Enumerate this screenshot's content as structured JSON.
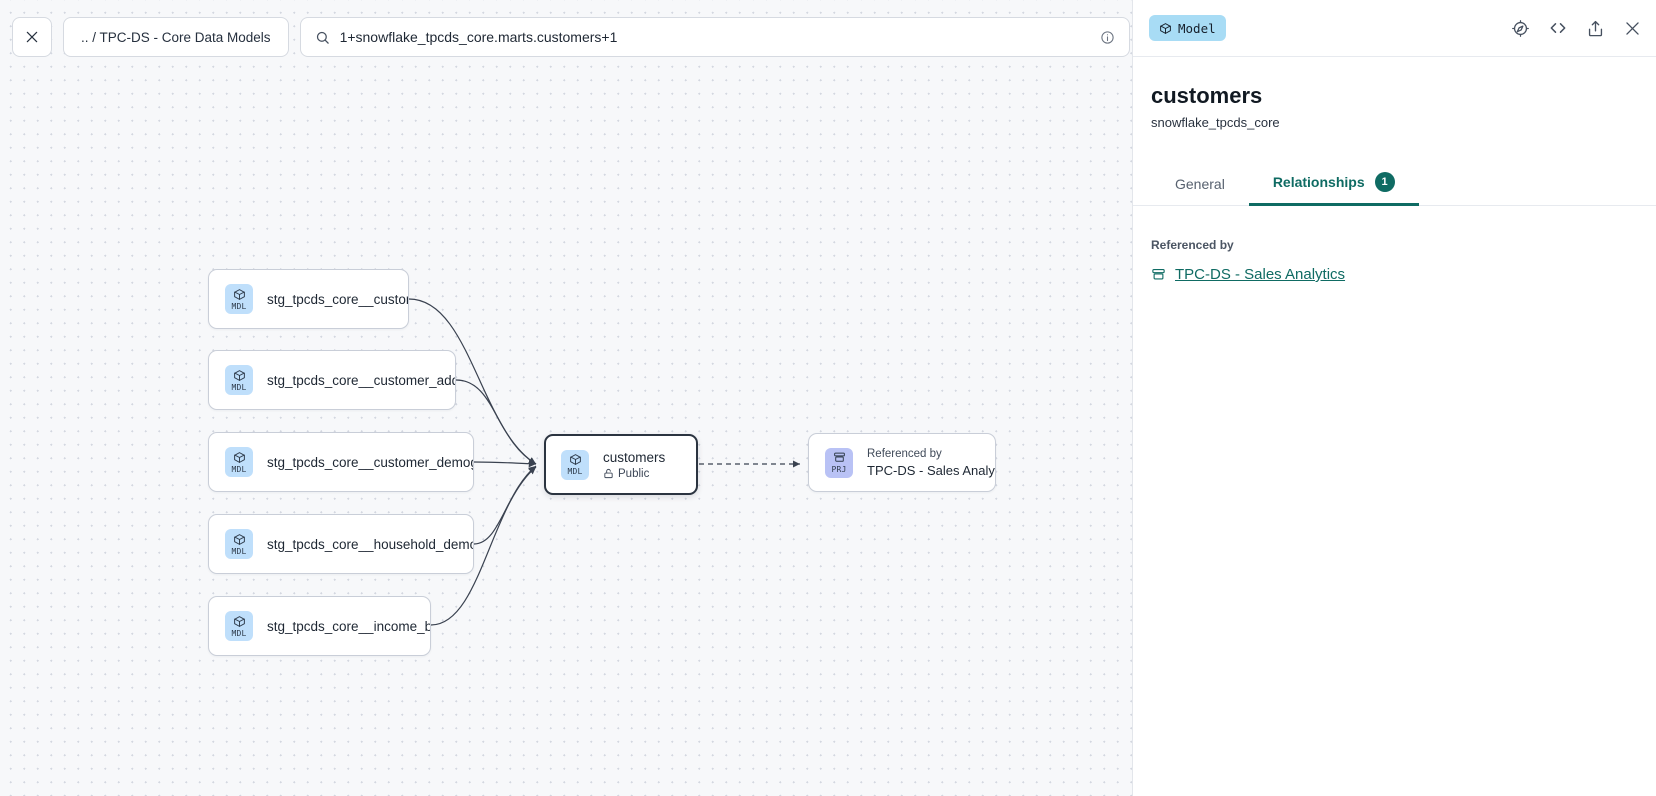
{
  "toolbar": {
    "close_label": "close-icon",
    "breadcrumb": ".. / TPC-DS - Core Data Models",
    "search_value": "1+snowflake_tpcds_core.marts.customers+1",
    "search_icon": "search-icon",
    "info_icon": "info-icon",
    "refresh_icon": "refresh-icon"
  },
  "graph": {
    "nodes": [
      {
        "badge": "MDL",
        "label": "stg_tpcds_core__customer"
      },
      {
        "badge": "MDL",
        "label": "stg_tpcds_core__customer_address"
      },
      {
        "badge": "MDL",
        "label": "stg_tpcds_core__customer_demogra…"
      },
      {
        "badge": "MDL",
        "label": "stg_tpcds_core__household_demogr…"
      },
      {
        "badge": "MDL",
        "label": "stg_tpcds_core__income_band"
      }
    ],
    "center": {
      "badge": "MDL",
      "label": "customers",
      "visibility": "Public",
      "lock_icon": "lock-icon"
    },
    "project": {
      "badge": "PRJ",
      "top": "Referenced by",
      "bottom": "TPC-DS - Sales Analytics",
      "icon": "project-icon"
    }
  },
  "panel": {
    "chip": {
      "label": "Model",
      "icon": "cube-icon"
    },
    "actions": [
      {
        "name": "lineage-compass-icon"
      },
      {
        "name": "code-icon"
      },
      {
        "name": "share-icon"
      },
      {
        "name": "close-icon"
      }
    ],
    "title": "customers",
    "subtitle": "snowflake_tpcds_core",
    "tabs": [
      {
        "label": "General",
        "active": false,
        "count": null
      },
      {
        "label": "Relationships",
        "active": true,
        "count": "1"
      }
    ],
    "section_label": "Referenced by",
    "references": [
      {
        "label": "TPC-DS - Sales Analytics",
        "icon": "project-icon"
      }
    ]
  },
  "colors": {
    "accent_teal": "#0f6b63",
    "chip_blue": "#a8dcf5",
    "badge_mdl": "#bfdffb",
    "badge_prj": "#b9c2f5",
    "canvas_bg": "#f7f8fa"
  }
}
